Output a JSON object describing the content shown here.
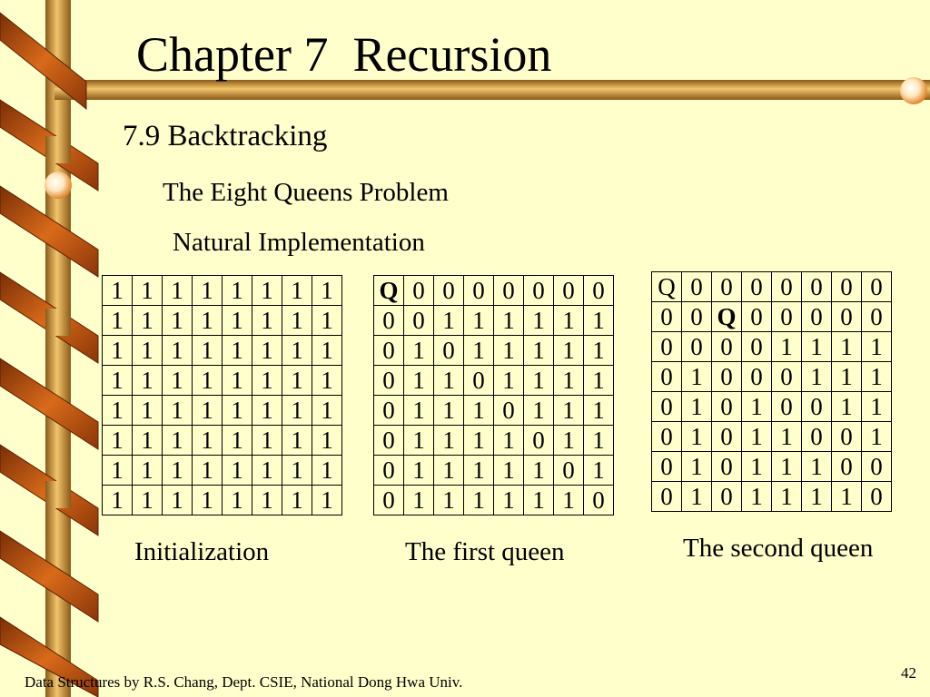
{
  "slide": {
    "title": "Chapter 7  Recursion",
    "section": "7.9 Backtracking",
    "subtitle": "The Eight Queens Problem",
    "subtitle2": "Natural Implementation",
    "footer": "Data Structures by R.S. Chang, Dept. CSIE, National Dong Hwa Univ.",
    "page_number": "42"
  },
  "boards": [
    {
      "caption": "Initialization",
      "rows": [
        [
          "1",
          "1",
          "1",
          "1",
          "1",
          "1",
          "1",
          "1"
        ],
        [
          "1",
          "1",
          "1",
          "1",
          "1",
          "1",
          "1",
          "1"
        ],
        [
          "1",
          "1",
          "1",
          "1",
          "1",
          "1",
          "1",
          "1"
        ],
        [
          "1",
          "1",
          "1",
          "1",
          "1",
          "1",
          "1",
          "1"
        ],
        [
          "1",
          "1",
          "1",
          "1",
          "1",
          "1",
          "1",
          "1"
        ],
        [
          "1",
          "1",
          "1",
          "1",
          "1",
          "1",
          "1",
          "1"
        ],
        [
          "1",
          "1",
          "1",
          "1",
          "1",
          "1",
          "1",
          "1"
        ],
        [
          "1",
          "1",
          "1",
          "1",
          "1",
          "1",
          "1",
          "1"
        ]
      ]
    },
    {
      "caption": "The first queen",
      "rows": [
        [
          "Q",
          "0",
          "0",
          "0",
          "0",
          "0",
          "0",
          "0"
        ],
        [
          "0",
          "0",
          "1",
          "1",
          "1",
          "1",
          "1",
          "1"
        ],
        [
          "0",
          "1",
          "0",
          "1",
          "1",
          "1",
          "1",
          "1"
        ],
        [
          "0",
          "1",
          "1",
          "0",
          "1",
          "1",
          "1",
          "1"
        ],
        [
          "0",
          "1",
          "1",
          "1",
          "0",
          "1",
          "1",
          "1"
        ],
        [
          "0",
          "1",
          "1",
          "1",
          "1",
          "0",
          "1",
          "1"
        ],
        [
          "0",
          "1",
          "1",
          "1",
          "1",
          "1",
          "0",
          "1"
        ],
        [
          "0",
          "1",
          "1",
          "1",
          "1",
          "1",
          "1",
          "0"
        ]
      ]
    },
    {
      "caption": "The second queen",
      "rows": [
        [
          "Q",
          "0",
          "0",
          "0",
          "0",
          "0",
          "0",
          "0"
        ],
        [
          "0",
          "0",
          "Q",
          "0",
          "0",
          "0",
          "0",
          "0"
        ],
        [
          "0",
          "0",
          "0",
          "0",
          "1",
          "1",
          "1",
          "1"
        ],
        [
          "0",
          "1",
          "0",
          "0",
          "0",
          "1",
          "1",
          "1"
        ],
        [
          "0",
          "1",
          "0",
          "1",
          "0",
          "0",
          "1",
          "1"
        ],
        [
          "0",
          "1",
          "0",
          "1",
          "1",
          "0",
          "0",
          "1"
        ],
        [
          "0",
          "1",
          "0",
          "1",
          "1",
          "1",
          "0",
          "0"
        ],
        [
          "0",
          "1",
          "0",
          "1",
          "1",
          "1",
          "1",
          "0"
        ]
      ]
    }
  ]
}
